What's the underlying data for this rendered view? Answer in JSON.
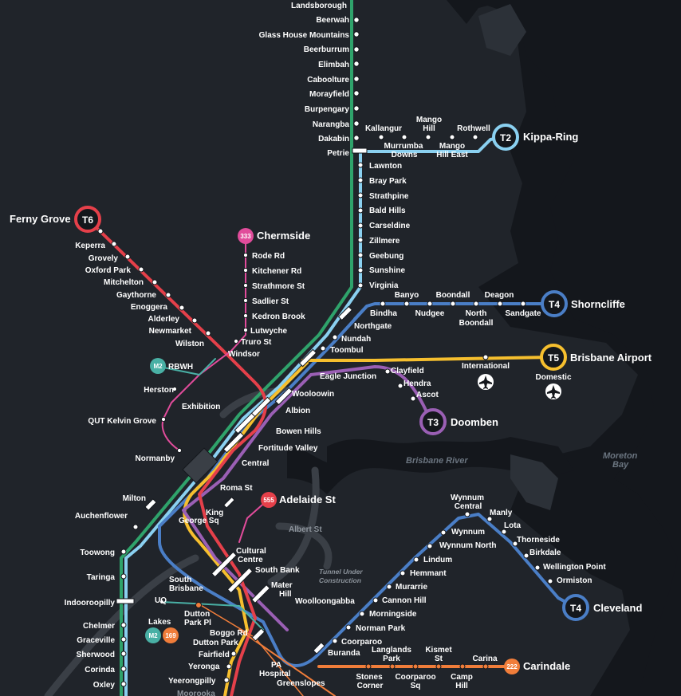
{
  "colors": {
    "background": "#14171c",
    "land": "#2c3138",
    "water": "#14171c",
    "green_line": "#2fa36b",
    "light_blue_line": "#8ad0f0",
    "blue_line": "#4a7ec6",
    "red_line": "#e5404a",
    "purple_line": "#9a5fb4",
    "yellow_line": "#f6bf2e",
    "orange_line": "#f07d3a",
    "pink_line": "#e14c9b",
    "teal_line": "#49b0a5",
    "cable_gray": "#3c4148"
  },
  "termini": {
    "t2": {
      "badge": "T2",
      "name": "Kippa-Ring"
    },
    "t6": {
      "badge": "T6",
      "name": "Ferny Grove"
    },
    "t4_north": {
      "badge": "T4",
      "name": "Shorncliffe"
    },
    "t5": {
      "badge": "T5",
      "name": "Brisbane Airport"
    },
    "t3": {
      "badge": "T3",
      "name": "Doomben"
    },
    "t4_south": {
      "badge": "T4",
      "name": "Cleveland"
    },
    "chermside": {
      "badge": "333",
      "name": "Chermside"
    },
    "adelaide": {
      "badge": "555",
      "name": "Adelaide St"
    },
    "carindale": {
      "badge": "222",
      "name": "Carindale"
    },
    "rbwh": {
      "badge": "M2",
      "name": "RBWH"
    },
    "uq": {
      "badge1": "M2",
      "badge2": "169",
      "name": "UQ Lakes"
    }
  },
  "stations": {
    "sunshine_coast": [
      "Landsborough",
      "Beerwah",
      "Glass House Mountains",
      "Beerburrum",
      "Elimbah",
      "Caboolture",
      "Morayfield",
      "Burpengary",
      "Narangba",
      "Dakabin",
      "Petrie"
    ],
    "redcliffe": [
      "Kallangur",
      "Murrumba Downs",
      "Mango Hill",
      "Mango Hill East",
      "Rothwell"
    ],
    "north_trunk": [
      "Lawnton",
      "Bray Park",
      "Strathpine",
      "Bald Hills",
      "Carseldine",
      "Zillmere",
      "Geebung",
      "Sunshine",
      "Virginia",
      "Northgate",
      "Nundah",
      "Toombul"
    ],
    "shorncliffe": [
      "Bindha",
      "Banyo",
      "Nudgee",
      "Boondall",
      "North Boondall",
      "Deagon",
      "Sandgate"
    ],
    "ferny_grove": [
      "Keperra",
      "Grovely",
      "Oxford Park",
      "Mitchelton",
      "Gaythorne",
      "Enoggera",
      "Alderley",
      "Newmarket",
      "Wilston",
      "Windsor"
    ],
    "chermside_busway": [
      "Rode Rd",
      "Kitchener Rd",
      "Strathmore St",
      "Sadlier St",
      "Kedron Brook",
      "Lutwyche",
      "Truro St"
    ],
    "airport": [
      "International",
      "Domestic"
    ],
    "doomben": [
      "Clayfield",
      "Hendra",
      "Ascot"
    ],
    "inner_north": [
      "Eagle Junction",
      "Wooloowin",
      "Albion",
      "Bowen Hills",
      "Fortitude Valley",
      "Central",
      "Exhibition",
      "Herston",
      "QUT Kelvin Grove",
      "Normanby",
      "Roma St"
    ],
    "inner_south": [
      "King George Sq",
      "Cultural Centre",
      "South Bank",
      "Mater Hill",
      "South Brisbane",
      "Woolloongabba",
      "Albert St",
      "Boggo Rd",
      "PA Hospital",
      "Dutton Park Pl",
      "Dutton Park",
      "Fairfield",
      "Yeronga",
      "Yeerongpilly",
      "Moorooka",
      "Buranda",
      "Greenslopes"
    ],
    "ipswich": [
      "Milton",
      "Auchenflower",
      "Toowong",
      "Taringa",
      "Indooroopilly",
      "Chelmer",
      "Graceville",
      "Sherwood",
      "Corinda",
      "Oxley"
    ],
    "cleveland": [
      "Coorparoo",
      "Norman Park",
      "Morningside",
      "Cannon Hill",
      "Murarrie",
      "Hemmant",
      "Lindum",
      "Wynnum North",
      "Wynnum",
      "Wynnum Central",
      "Manly",
      "Lota",
      "Thorneside",
      "Birkdale",
      "Wellington Point",
      "Ormiston"
    ],
    "carindale_busway": [
      "Stones Corner",
      "Langlands Park",
      "Coorparoo Sq",
      "Kismet St",
      "Camp Hill",
      "Carina"
    ]
  },
  "places": {
    "river": "Brisbane River",
    "bay": "Moreton Bay",
    "tunnel_note": "Tunnel Under Construction"
  },
  "icons": {
    "airport": "airplane-icon",
    "interchange": "interchange-marker"
  }
}
